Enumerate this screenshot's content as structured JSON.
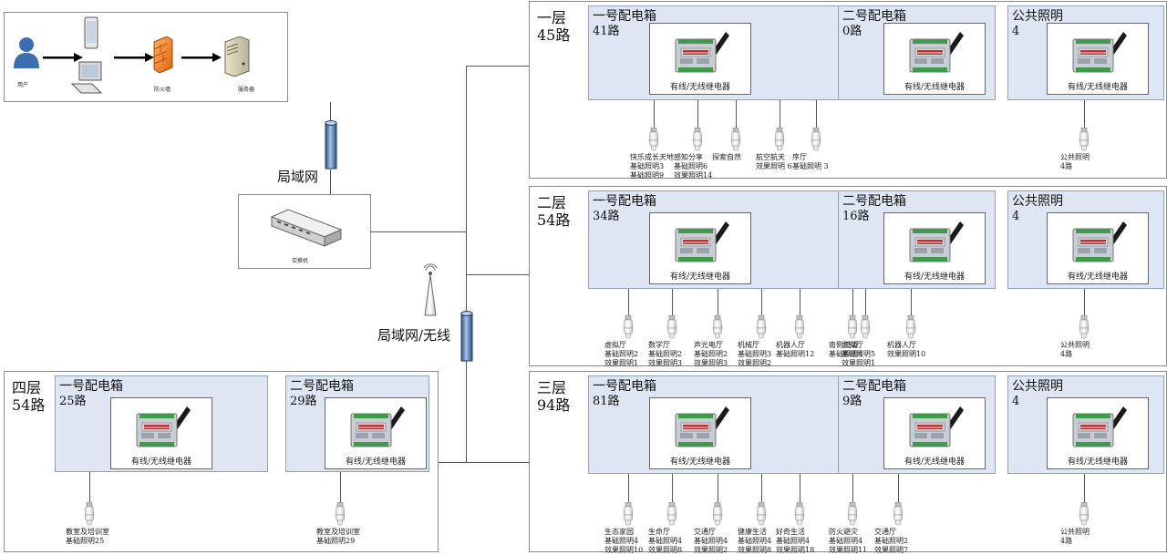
{
  "network": {
    "user_label": "用户",
    "firewall_label": "防火墙",
    "server_label": "服务器",
    "lan_label": "局域网",
    "switch_label": "交换机",
    "lan_wireless_label": "局域网/无线"
  },
  "relay_label": "有线/无线继电器",
  "floors": [
    {
      "title": "一层\n45路",
      "boxes": [
        {
          "title": "一号配电箱",
          "count": "41路",
          "loads": [
            {
              "text": "快乐成长天地\n基础照明3\n基础照明9"
            },
            {
              "text": "感知分享\n基础照明6\n效果照明14"
            },
            {
              "text": "探索自然"
            },
            {
              "text": "航空航天\n效果照明 6"
            },
            {
              "text": "序厅\n基础照明 3"
            }
          ]
        },
        {
          "title": "二号配电箱",
          "count": "0路",
          "loads": []
        },
        {
          "title": "公共照明",
          "count": "4",
          "loads": [
            {
              "text": "公共照明\n4路"
            }
          ]
        }
      ]
    },
    {
      "title": "二层\n54路",
      "boxes": [
        {
          "title": "一号配电箱",
          "count": "34路",
          "loads": [
            {
              "text": "虚拟厅\n基础照明2\n效果照明1"
            },
            {
              "text": "数学厅\n基础照明2\n效果照明3"
            },
            {
              "text": "声光电厅\n基础照明2\n效果照明3"
            },
            {
              "text": "机械厅\n基础照明3\n效果照明2"
            },
            {
              "text": "机器人厅\n基础照明12"
            },
            {
              "text": "南侧过道\n基础照明4"
            }
          ]
        },
        {
          "title": "二号配电箱",
          "count": "16路",
          "loads": [
            {
              "text": "虚拟厅\n基础照明5\n效果照明1"
            },
            {
              "text": "机器人厅\n效果照明10"
            }
          ]
        },
        {
          "title": "公共照明",
          "count": "4",
          "loads": [
            {
              "text": "公共照明\n4路"
            }
          ]
        }
      ]
    },
    {
      "title": "三层\n94路",
      "boxes": [
        {
          "title": "一号配电箱",
          "count": "81路",
          "loads": [
            {
              "text": "生态家园\n基础照明4\n效果照明10"
            },
            {
              "text": "生命厅\n基础照明4\n效果照明8"
            },
            {
              "text": "交通厅\n基础照明4\n效果照明2"
            },
            {
              "text": "健康生活\n基础照明4\n效果照明8"
            },
            {
              "text": "好奇生活\n基础照明4\n效果照明18"
            },
            {
              "text": "防火避灾\n基础照明4\n效果照明11"
            }
          ]
        },
        {
          "title": "二号配电箱",
          "count": "9路",
          "loads": [
            {
              "text": "交通厅\n基础照明2\n效果照明7"
            }
          ]
        },
        {
          "title": "公共照明",
          "count": "4",
          "loads": [
            {
              "text": "公共照明\n4路"
            }
          ]
        }
      ]
    },
    {
      "title": "四层\n54路",
      "boxes": [
        {
          "title": "一号配电箱",
          "count": "25路",
          "loads": [
            {
              "text": "教室及培训室\n基础照明25"
            }
          ]
        },
        {
          "title": "二号配电箱",
          "count": "29路",
          "loads": [
            {
              "text": "教室及培训室\n基础照明29"
            }
          ]
        }
      ]
    }
  ]
}
